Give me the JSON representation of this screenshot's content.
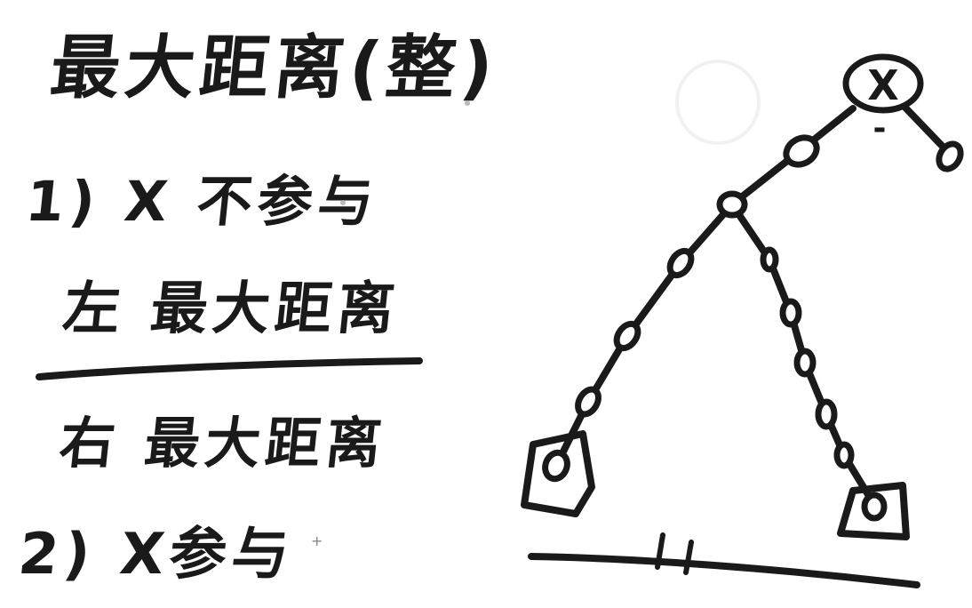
{
  "notes": {
    "title": "最大距离(整)",
    "case1": "1) X 不参与",
    "left_label": "左 最大距离",
    "right_label": "右 最大距离",
    "case2": "2) X参与"
  },
  "tree": {
    "root_label": "X",
    "root_side_mark": "-",
    "baseline_mark": "||"
  },
  "colors": {
    "ink": "#1a1a1a",
    "paper": "#ffffff"
  }
}
